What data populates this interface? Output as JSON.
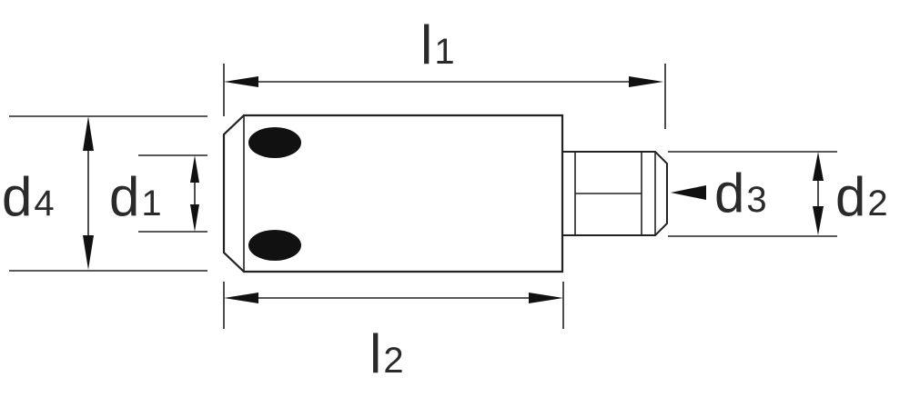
{
  "labels": {
    "l1": {
      "symbol": "l",
      "index": "1"
    },
    "l2": {
      "symbol": "l",
      "index": "2"
    },
    "d1": {
      "symbol": "d",
      "index": "1"
    },
    "d2": {
      "symbol": "d",
      "index": "2"
    },
    "d3": {
      "symbol": "d",
      "index": "3"
    },
    "d4": {
      "symbol": "d",
      "index": "4"
    }
  }
}
